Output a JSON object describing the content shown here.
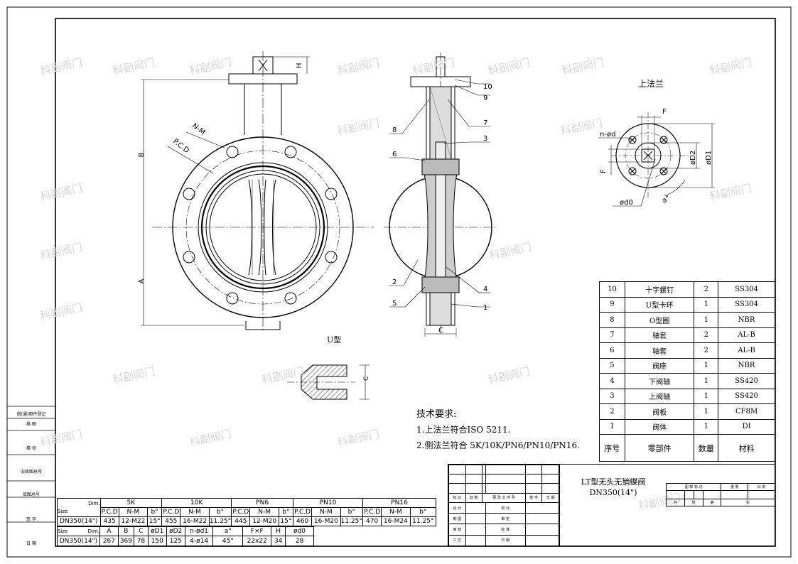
{
  "views": {
    "u_label": "U型",
    "top_flange_label": "上法兰"
  },
  "watermark": "科副阀门",
  "dimension_labels": {
    "H": "H",
    "B": "B",
    "A": "A",
    "C": "C",
    "C2": "C",
    "NM": "N-M",
    "PCD": "P.C.D",
    "F1": "F",
    "F2": "F",
    "nod": "n-ød",
    "D2": "øD2",
    "D1": "øD1",
    "d0": "ød0",
    "a": "a°"
  },
  "callouts": [
    "1",
    "2",
    "3",
    "4",
    "5",
    "6",
    "7",
    "8",
    "9",
    "10"
  ],
  "requirements": {
    "title": "技术要求:",
    "item1": "1.上法兰符合ISO 5211.",
    "item2": "2.侧法兰符合 5K/10K/PN6/PN10/PN16."
  },
  "parts": {
    "header": {
      "no": "序号",
      "name": "零部件",
      "qty": "数量",
      "material": "材料"
    },
    "rows": [
      {
        "no": "10",
        "name": "十字螺钉",
        "qty": "2",
        "material": "SS304"
      },
      {
        "no": "9",
        "name": "U型卡环",
        "qty": "1",
        "material": "SS304"
      },
      {
        "no": "8",
        "name": "O型圈",
        "qty": "1",
        "material": "NBR"
      },
      {
        "no": "7",
        "name": "轴套",
        "qty": "2",
        "material": "AL-B"
      },
      {
        "no": "6",
        "name": "轴套",
        "qty": "2",
        "material": "AL-B"
      },
      {
        "no": "5",
        "name": "阀座",
        "qty": "1",
        "material": "NBR"
      },
      {
        "no": "4",
        "name": "下阀轴",
        "qty": "1",
        "material": "SS420"
      },
      {
        "no": "3",
        "name": "上阀轴",
        "qty": "1",
        "material": "SS420"
      },
      {
        "no": "2",
        "name": "阀板",
        "qty": "1",
        "material": "CF8M"
      },
      {
        "no": "1",
        "name": "阀体",
        "qty": "1",
        "material": "DI"
      }
    ]
  },
  "title_block": {
    "title": "LT型无头无销蝶阀",
    "subtitle": "DN350(14\")",
    "cells": {
      "mark": "标 记",
      "count": "处 数",
      "change": "更 改 文 件 号",
      "sign": "签 字",
      "date": "日 期",
      "design": "设 计",
      "check": "校 对",
      "draw": "制 图",
      "review": "审 定",
      "audit": "审 核",
      "approve": "批 准",
      "craft": "工 艺",
      "date2": "日 期",
      "stage_mark": "图 样 标 记",
      "weight": "重 量",
      "scale": "比 例",
      "total": "共",
      "sheets": "张",
      "sheet_no": "第",
      "sheet": "张"
    }
  },
  "side_labels": [
    "借(通)用件登记",
    "描 图",
    "描 校",
    "旧底图总号",
    "底图总号",
    "签 字",
    "日 期"
  ],
  "flange_dims": {
    "corner_dim": "Dim.",
    "corner_size": "Size",
    "groups": [
      "5K",
      "10K",
      "PN6",
      "PN10",
      "PN16"
    ],
    "sub": [
      "P.C.D",
      "N-M",
      "b°"
    ],
    "row": [
      "DN350(14\")",
      "435",
      "12-M22",
      "15°",
      "455",
      "16-M22",
      "11.25°",
      "445",
      "12-M20",
      "15°",
      "460",
      "16-M20",
      "11.25°",
      "470",
      "16-M24",
      "11.25°"
    ]
  },
  "main_dims": {
    "corner_size": "Size",
    "corner_dim": "Dim.",
    "headers": [
      "A",
      "B",
      "C",
      "øD1",
      "øD2",
      "n-ød1",
      "a°",
      "F×F",
      "H",
      "ød0"
    ],
    "row": [
      "DN350(14\")",
      "267",
      "369",
      "78",
      "150",
      "125",
      "4-ø14",
      "45°",
      "22x22",
      "34",
      "28"
    ]
  }
}
